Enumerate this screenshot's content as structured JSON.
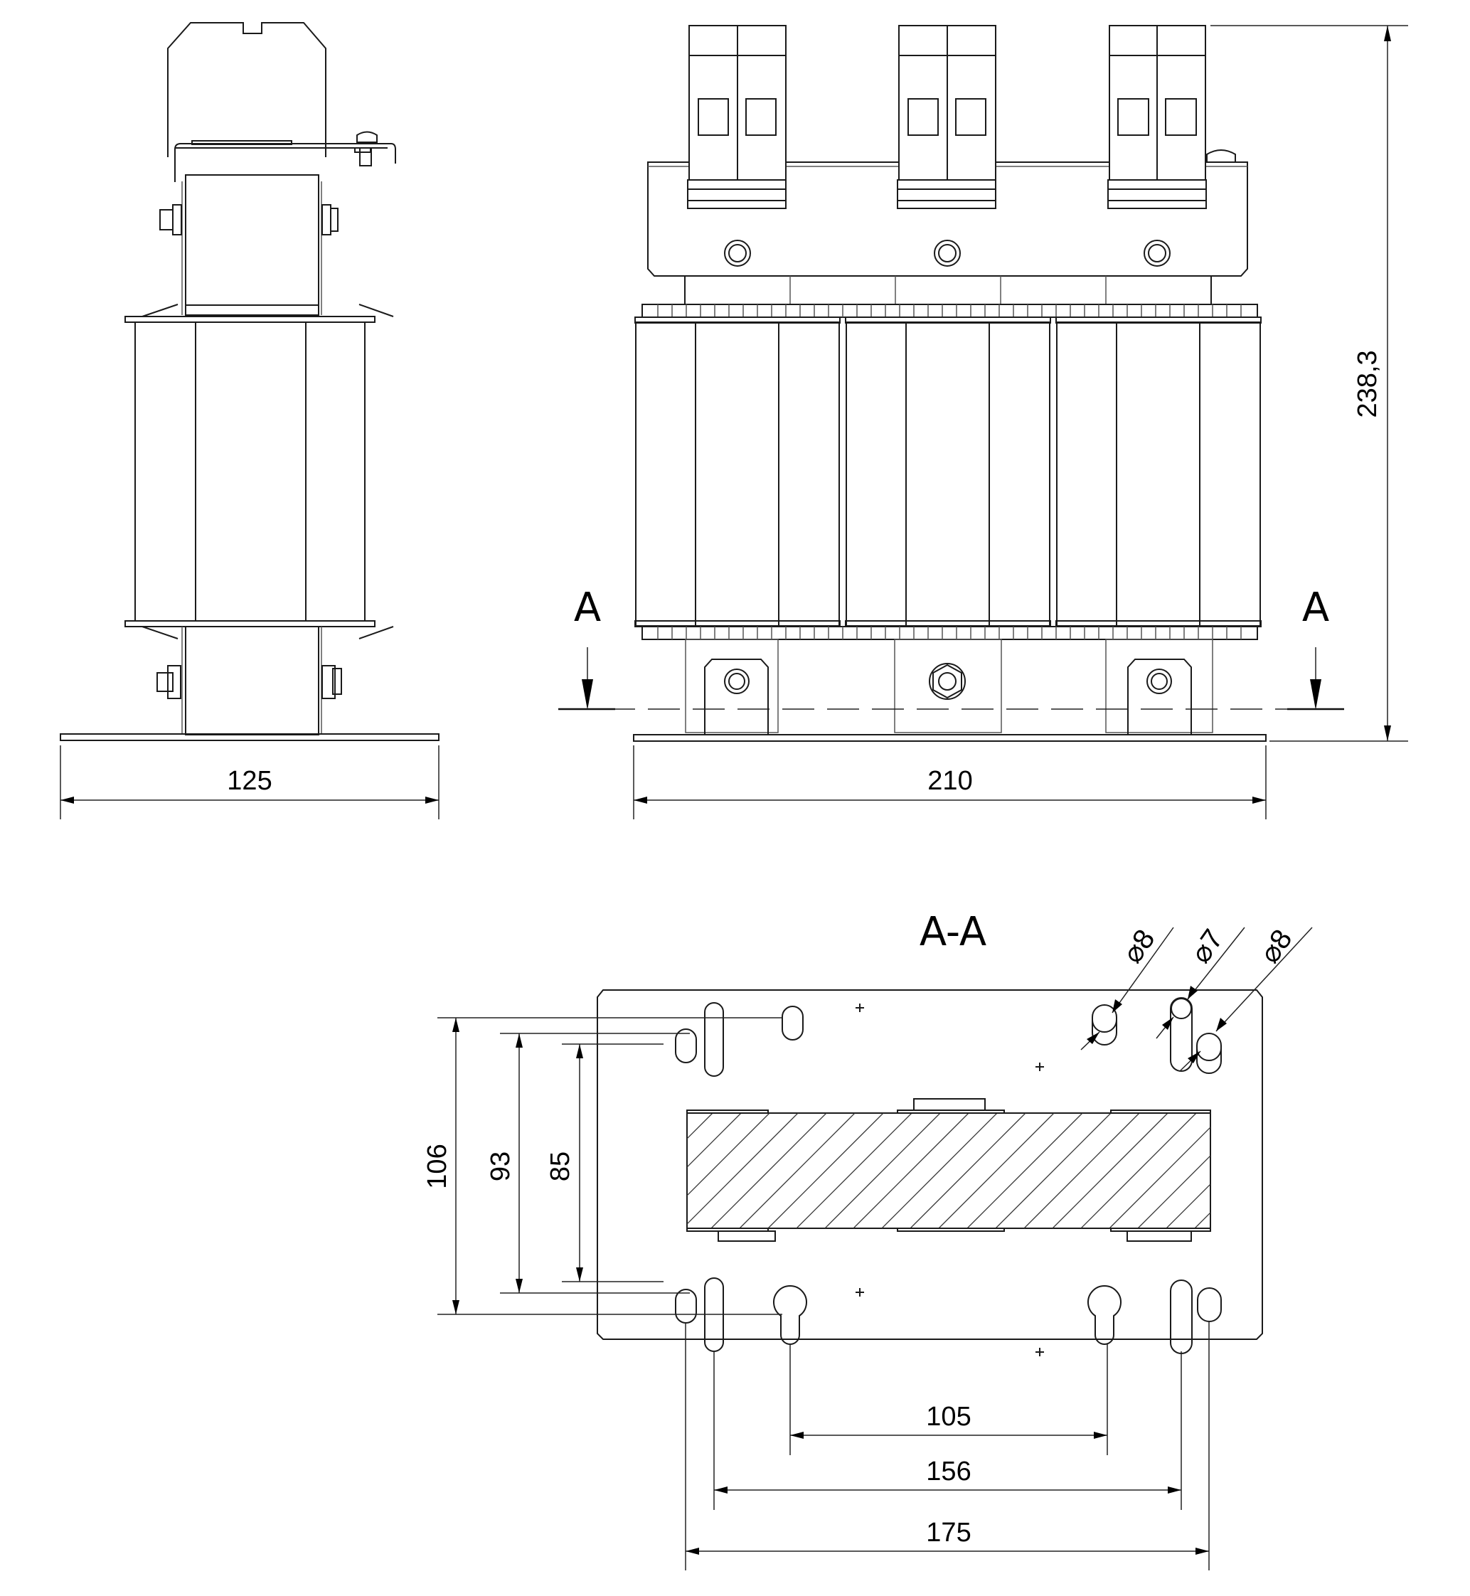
{
  "drawing": {
    "type": "technical drawing - three-phase reactor / choke",
    "views": [
      "side view",
      "front view",
      "section A-A"
    ]
  },
  "side_view": {
    "width_dimension": "125"
  },
  "front_view": {
    "width_dimension": "210",
    "height_dimension": "238,3",
    "section_marker_left": "A",
    "section_marker_right": "A"
  },
  "section_view": {
    "title": "A-A",
    "hole_diameters": [
      "⌀8",
      "⌀7",
      "⌀8"
    ],
    "vertical_dimensions": [
      "106",
      "93",
      "85"
    ],
    "horizontal_dimensions": [
      "105",
      "156",
      "175"
    ]
  },
  "colors": {
    "line": "#1a1a1a",
    "background": "#ffffff"
  }
}
